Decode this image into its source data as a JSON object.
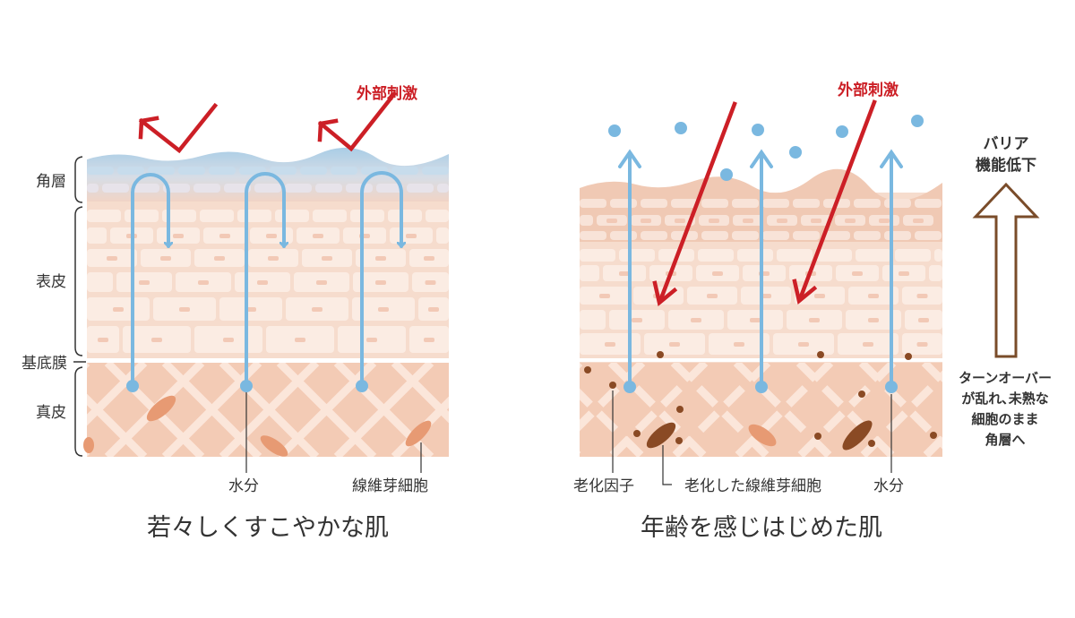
{
  "left": {
    "external_label": "外部刺激",
    "layer_labels": {
      "stratum_corneum": "角層",
      "epidermis": "表皮",
      "basement_membrane": "基底膜",
      "dermis": "真皮"
    },
    "bottom_labels": {
      "water": "水分",
      "fibroblast": "線維芽細胞"
    },
    "caption": "若々しくすこやかな肌"
  },
  "right": {
    "external_label": "外部刺激",
    "side_title": [
      "バリア",
      "機能低下"
    ],
    "turnover_note": [
      "ターンオーバー",
      "が乱れ､未熟な",
      "細胞のまま",
      "角層へ"
    ],
    "bottom_labels": {
      "aging_factor": "老化因子",
      "aged_fibroblast": "老化した線維芽細胞",
      "water": "水分"
    },
    "caption": "年齢を感じはじめた肌"
  },
  "colors": {
    "skin_base": "#f6dccd",
    "cell": "#fbece3",
    "dermis": "#f3cbb5",
    "corneum_blue": "#b9d6ea",
    "water_blue": "#7ab8e0",
    "stimulus_red": "#cc1f26",
    "brown": "#8a4a24",
    "fibroblast": "#e79a73",
    "arrow_outline": "#7a4c2a"
  }
}
